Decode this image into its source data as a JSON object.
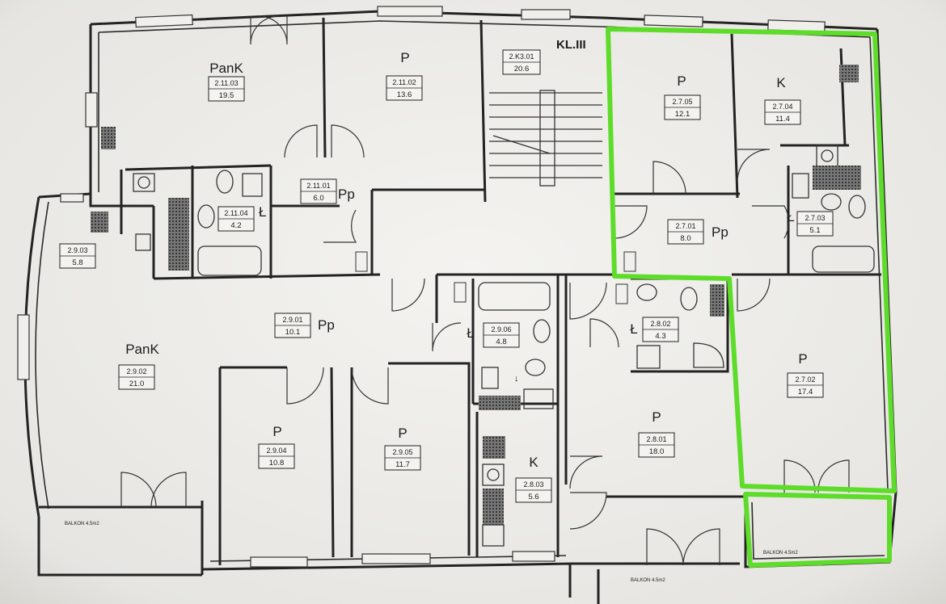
{
  "stair_label": "KL.III",
  "stair_id": "2.K3.01",
  "stair_area": "20.6",
  "highlight_color": "#5edc2a",
  "balconies": [
    "BALKON 4.5m2",
    "BALKON 4.5m2",
    "BALKON 4.5m2"
  ],
  "rooms": [
    {
      "type": "PanK",
      "id": "2.11.03",
      "area": "19.5"
    },
    {
      "type": "P",
      "id": "2.11.02",
      "area": "13.6"
    },
    {
      "type": "Pp",
      "id": "2.11.01",
      "area": "6.0"
    },
    {
      "type": "Ł",
      "id": "2.11.04",
      "area": "4.2"
    },
    {
      "type": "",
      "id": "2.9.03",
      "area": "5.8"
    },
    {
      "type": "Pp",
      "id": "2.9.01",
      "area": "10.1"
    },
    {
      "type": "PanK",
      "id": "2.9.02",
      "area": "21.0"
    },
    {
      "type": "Ł",
      "id": "2.9.06",
      "area": "4.8"
    },
    {
      "type": "P",
      "id": "2.9.04",
      "area": "10.8"
    },
    {
      "type": "P",
      "id": "2.9.05",
      "area": "11.7"
    },
    {
      "type": "K",
      "id": "2.8.03",
      "area": "5.6"
    },
    {
      "type": "P",
      "id": "2.8.01",
      "area": "18.0"
    },
    {
      "type": "Ł",
      "id": "2.8.02",
      "area": "4.3"
    },
    {
      "type": "P",
      "id": "2.7.05",
      "area": "12.1"
    },
    {
      "type": "K",
      "id": "2.7.04",
      "area": "11.4"
    },
    {
      "type": "Pp",
      "id": "2.7.01",
      "area": "8.0"
    },
    {
      "type": "Ł",
      "id": "2.7.03",
      "area": "5.1"
    },
    {
      "type": "P",
      "id": "2.7.02",
      "area": "17.4"
    }
  ]
}
